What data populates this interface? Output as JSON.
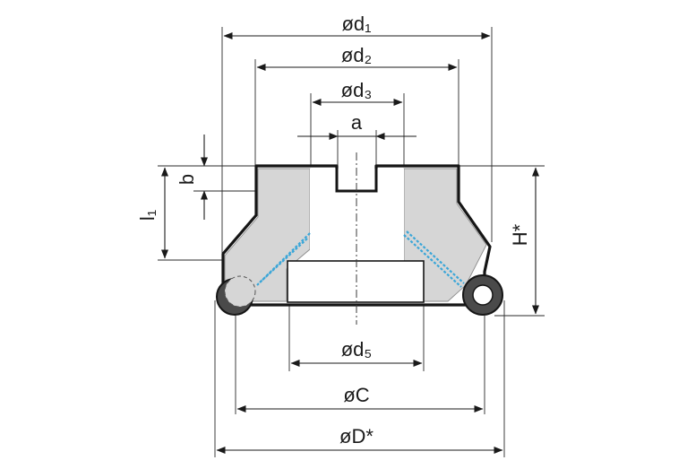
{
  "labels": {
    "d1": "ød₁",
    "d2": "ød₂",
    "d3": "ød₃",
    "a": "a",
    "b": "b",
    "l1": "l₁",
    "H": "H*",
    "d5": "ød₅",
    "C": "øC",
    "D": "øD*"
  },
  "colors": {
    "outline": "#151515",
    "insert_pocket": "#d6d6d6",
    "coolant": "#3aa6d8",
    "insert": "#4a4a4a"
  }
}
